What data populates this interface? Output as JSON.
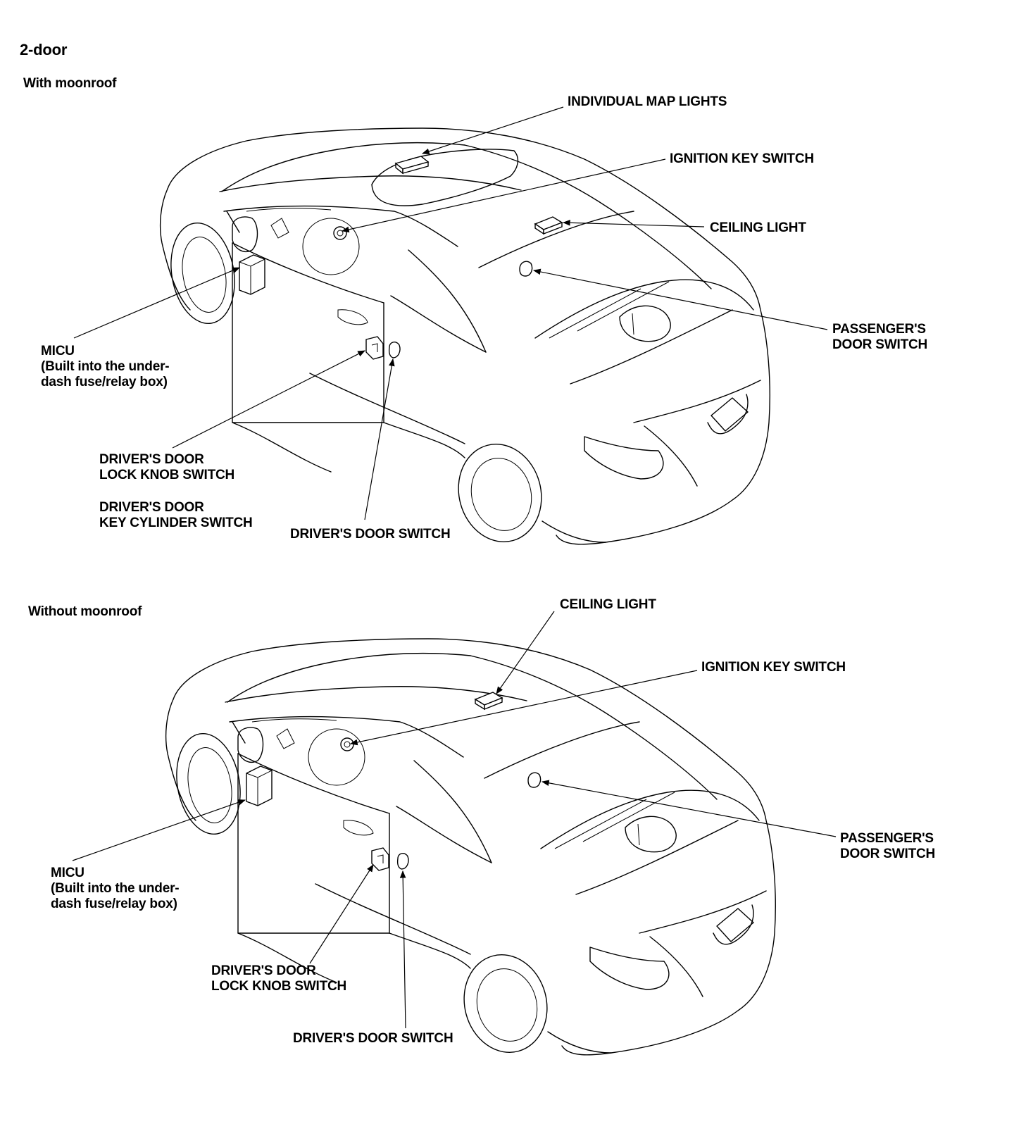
{
  "heading": "2-door",
  "top": {
    "subtitle": "With moonroof",
    "labels": {
      "individual_map_lights": "INDIVIDUAL MAP LIGHTS",
      "ignition_key_switch": "IGNITION KEY SWITCH",
      "ceiling_light": "CEILING LIGHT",
      "passengers_door_switch": "PASSENGER'S\nDOOR SWITCH",
      "micu": "MICU\n(Built into the under-\ndash fuse/relay box)",
      "drivers_door_lock_knob_switch": "DRIVER'S DOOR\nLOCK KNOB SWITCH",
      "drivers_door_key_cylinder_switch": "DRIVER'S DOOR\nKEY CYLINDER SWITCH",
      "drivers_door_switch": "DRIVER'S DOOR SWITCH"
    }
  },
  "bottom": {
    "subtitle": "Without moonroof",
    "labels": {
      "ceiling_light": "CEILING LIGHT",
      "ignition_key_switch": "IGNITION KEY SWITCH",
      "passengers_door_switch": "PASSENGER'S\nDOOR SWITCH",
      "micu": "MICU\n(Built into the under-\ndash fuse/relay box)",
      "drivers_door_lock_knob_switch": "DRIVER'S DOOR\nLOCK KNOB SWITCH",
      "drivers_door_switch": "DRIVER'S DOOR SWITCH"
    }
  }
}
